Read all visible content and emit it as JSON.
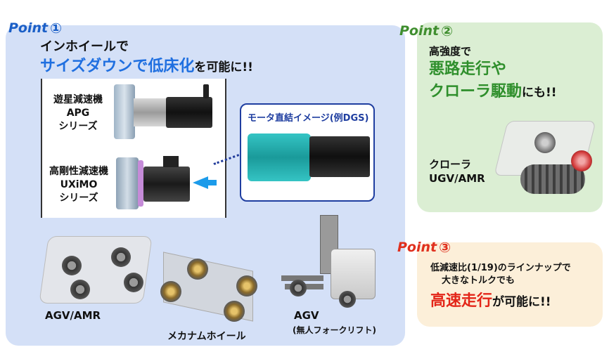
{
  "point1": {
    "tag": "Point",
    "num": "①",
    "line1": "インホイールで",
    "line2_blue": "サイズダウンで低床化",
    "line2_rest": "を可能に!!",
    "apg_label": [
      "遊星減速機",
      "APG",
      "シリーズ"
    ],
    "uximo_label": [
      "高剛性減速機",
      "UXiMO",
      "シリーズ"
    ],
    "dgs_title": "モータ直結イメージ(例DGS)",
    "vehicles": {
      "agv_amr": "AGV/AMR",
      "mecanum": "メカナムホイール",
      "agv": "AGV",
      "forklift": "(無人フォークリフト)"
    }
  },
  "point2": {
    "tag": "Point",
    "num": "②",
    "line1": "高強度で",
    "line2": "悪路走行や",
    "line3_green": "クローラ駆動",
    "line3_rest": "にも!!",
    "crawler_label": [
      "クローラ",
      "UGV/AMR"
    ]
  },
  "point3": {
    "tag": "Point",
    "num": "③",
    "line1": "低減速比(1/19)のラインナップで",
    "line2": "大きなトルクでも",
    "line3_red": "高速走行",
    "line3_rest": "が可能に!!"
  },
  "colors": {
    "blue_accent": "#1f6fe0",
    "green_accent": "#2f8f2c",
    "red_accent": "#e32619",
    "panel1_bg": "#d4e0f7",
    "panel2_bg": "#dbeed3",
    "panel3_bg": "#fcefd9"
  }
}
